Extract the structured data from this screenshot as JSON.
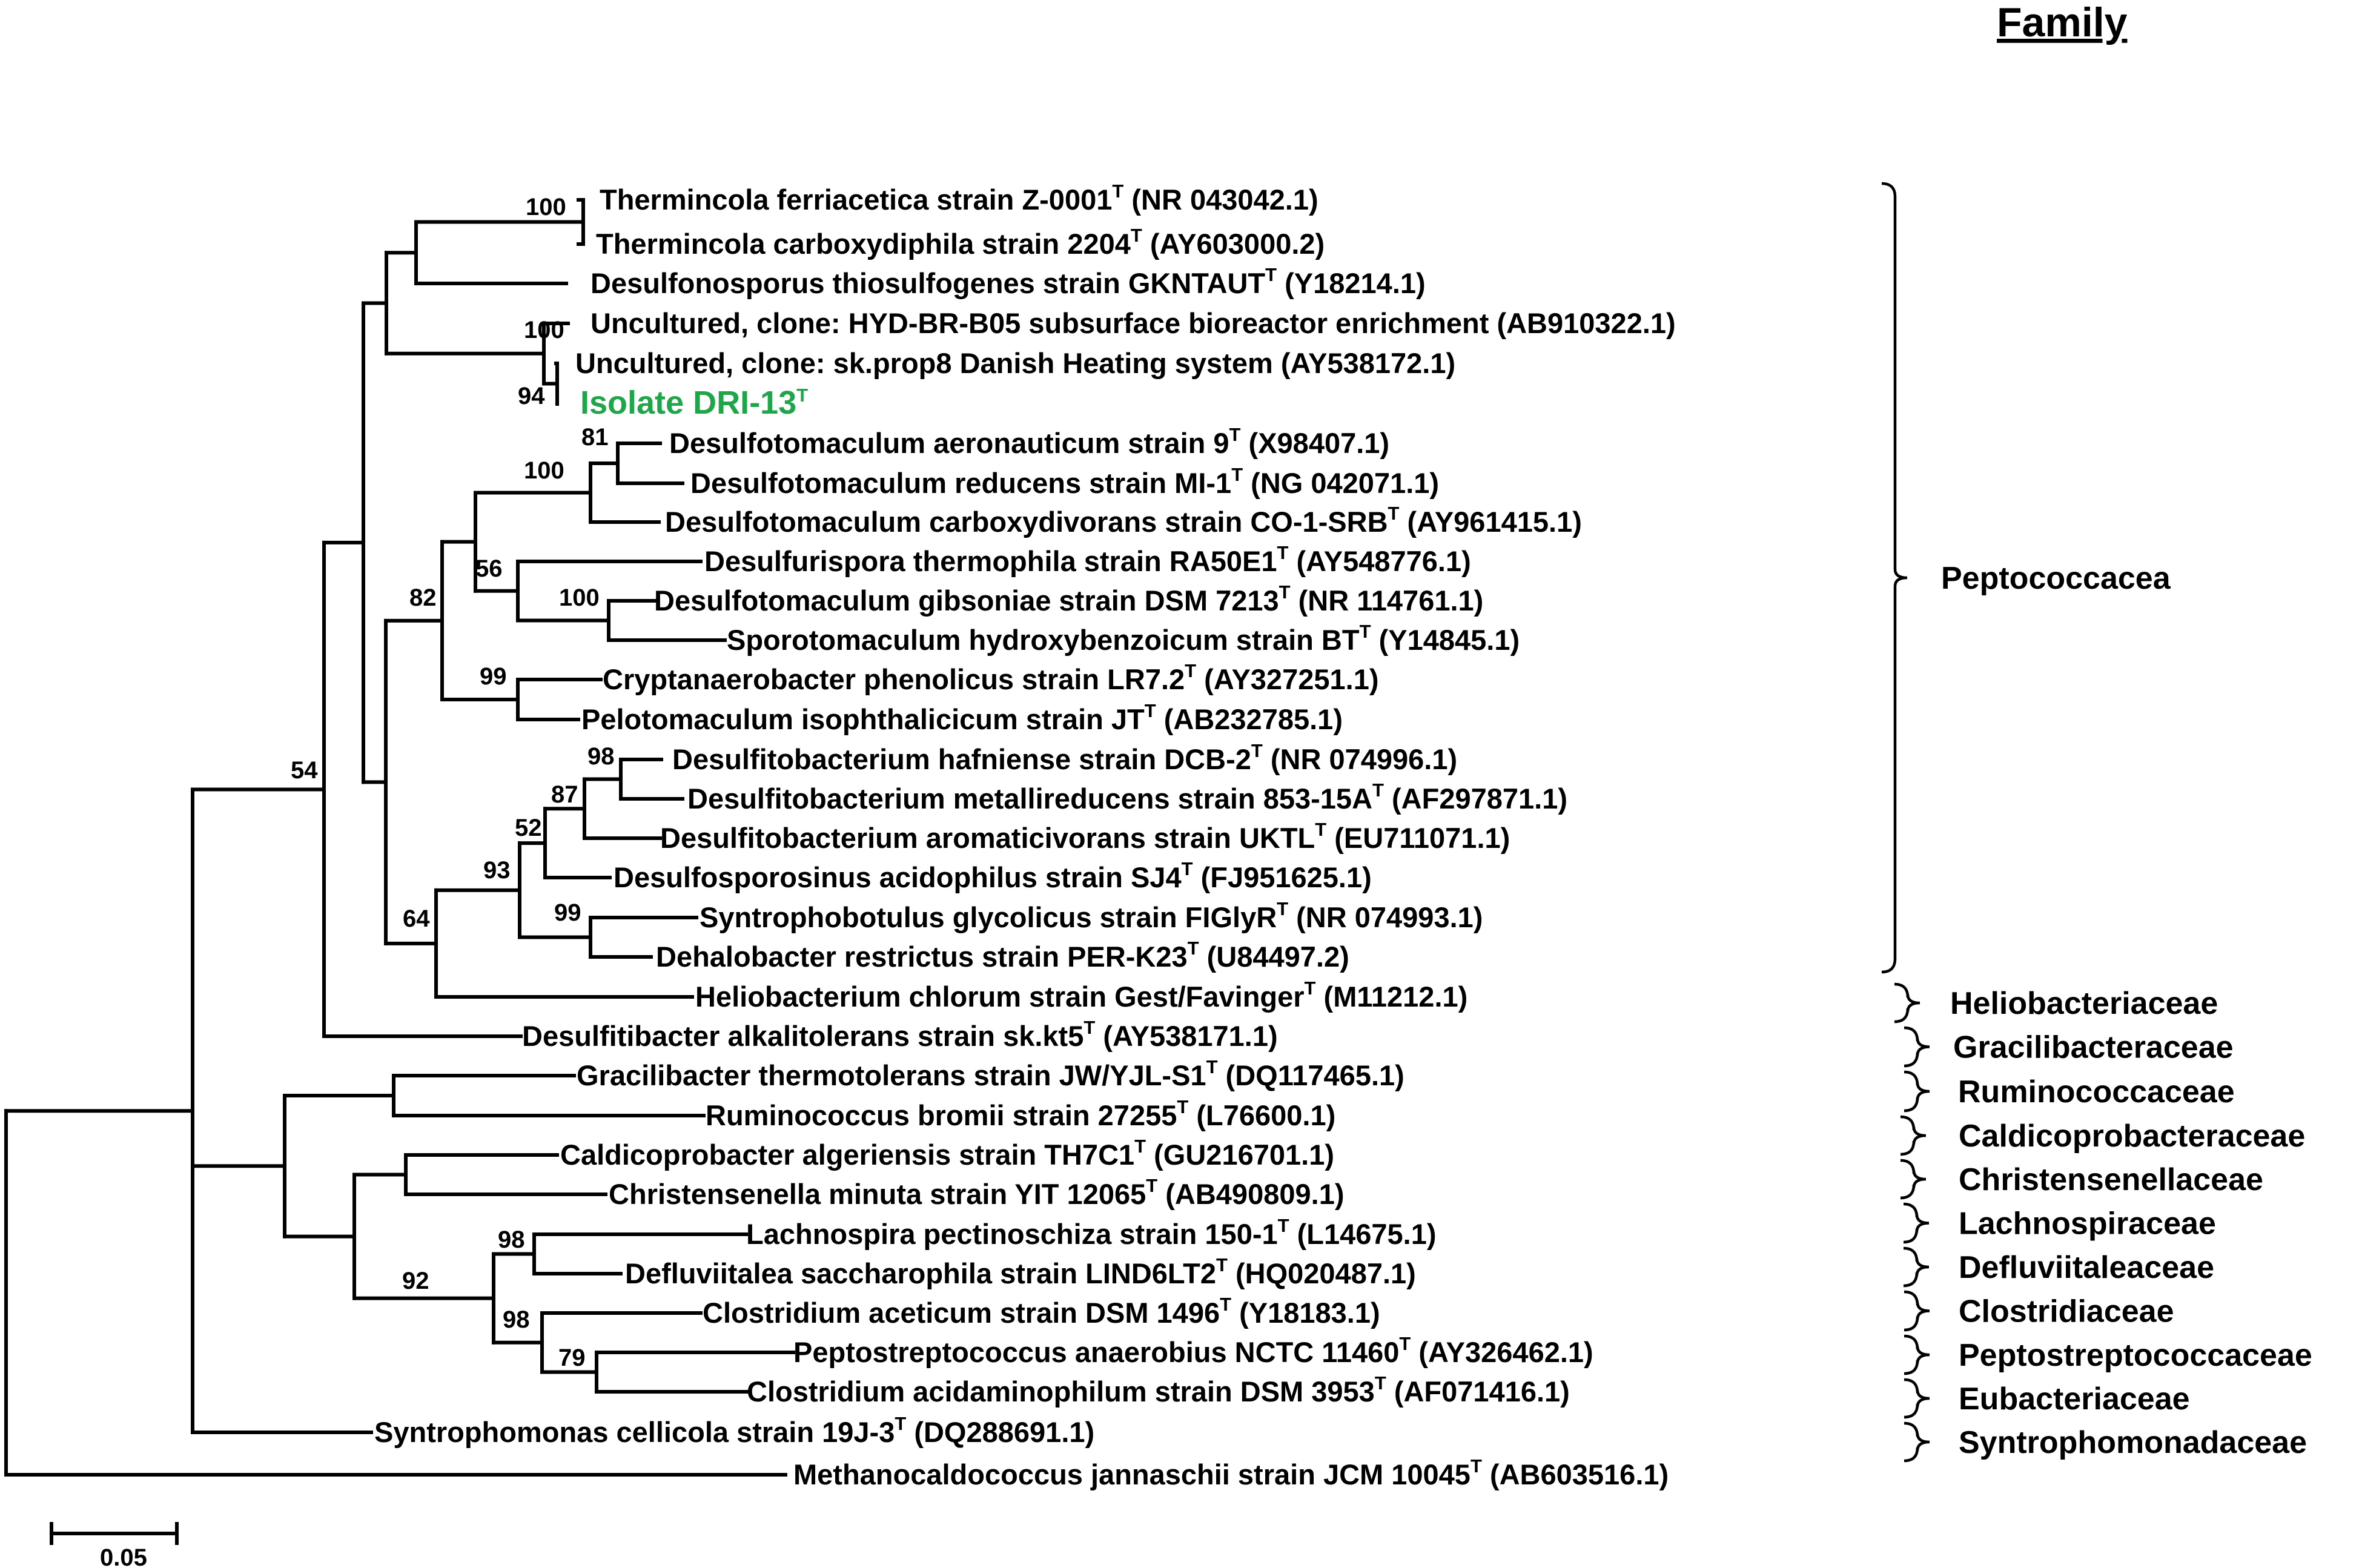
{
  "title": "Family",
  "isolate_color": "#1fa64a",
  "scale_bar": {
    "label": "0.05"
  },
  "taxa": [
    {
      "name": "Thermincola ferriacetica strain Z-0001",
      "type": "T",
      "acc": "(NR 043042.1)"
    },
    {
      "name": "Thermincola carboxydiphila strain 2204",
      "type": "T",
      "acc": "(AY603000.2)"
    },
    {
      "name": "Desulfonosporus thiosulfogenes strain GKNTAUT",
      "type": "T",
      "acc": "(Y18214.1)"
    },
    {
      "name": "Uncultured, clone: HYD-BR-B05 subsurface bioreactor enrichment",
      "type": "",
      "acc": "(AB910322.1)"
    },
    {
      "name": "Uncultured, clone: sk.prop8 Danish Heating system",
      "type": "",
      "acc": "(AY538172.1)"
    },
    {
      "name": "Isolate DRI-13",
      "type": "T",
      "acc": "",
      "highlight": true
    },
    {
      "name": "Desulfotomaculum aeronauticum strain 9",
      "type": "T",
      "acc": "(X98407.1)"
    },
    {
      "name": "Desulfotomaculum reducens strain MI-1",
      "type": "T",
      "acc": "(NG 042071.1)"
    },
    {
      "name": "Desulfotomaculum carboxydivorans strain CO-1-SRB",
      "type": "T",
      "acc": "(AY961415.1)"
    },
    {
      "name": "Desulfurispora thermophila strain RA50E1",
      "type": "T",
      "acc": "(AY548776.1)"
    },
    {
      "name": "Desulfotomaculum gibsoniae strain DSM 7213",
      "type": "T",
      "acc": "(NR 114761.1)"
    },
    {
      "name": "Sporotomaculum hydroxybenzoicum strain BT",
      "type": "T",
      "acc": "(Y14845.1)"
    },
    {
      "name": "Cryptanaerobacter phenolicus strain LR7.2",
      "type": "T",
      "acc": "(AY327251.1)"
    },
    {
      "name": "Pelotomaculum isophthalicicum strain JT",
      "type": "T",
      "acc": "(AB232785.1)"
    },
    {
      "name": "Desulfitobacterium hafniense strain DCB-2",
      "type": "T",
      "acc": "(NR 074996.1)"
    },
    {
      "name": "Desulfitobacterium metallireducens strain 853-15A",
      "type": "T",
      "acc": "(AF297871.1)"
    },
    {
      "name": "Desulfitobacterium aromaticivorans strain UKTL",
      "type": "T",
      "acc": "(EU711071.1)"
    },
    {
      "name": "Desulfosporosinus acidophilus strain SJ4",
      "type": "T",
      "acc": "(FJ951625.1)"
    },
    {
      "name": "Syntrophobotulus glycolicus strain FIGlyR",
      "type": "T",
      "acc": "(NR 074993.1)"
    },
    {
      "name": "Dehalobacter restrictus strain PER-K23",
      "type": "T",
      "acc": "(U84497.2)"
    },
    {
      "name": "Heliobacterium chlorum strain Gest/Favinger",
      "type": "T",
      "acc": "(M11212.1)"
    },
    {
      "name": "Desulfitibacter alkalitolerans strain sk.kt5",
      "type": "T",
      "acc": "(AY538171.1)"
    },
    {
      "name": "Gracilibacter thermotolerans strain JW/YJL-S1",
      "type": "T",
      "acc": "(DQ117465.1)"
    },
    {
      "name": "Ruminococcus bromii strain 27255",
      "type": "T",
      "acc": "(L76600.1)"
    },
    {
      "name": "Caldicoprobacter algeriensis strain TH7C1",
      "type": "T",
      "acc": "(GU216701.1)"
    },
    {
      "name": "Christensenella minuta strain YIT 12065",
      "type": "T",
      "acc": "(AB490809.1)"
    },
    {
      "name": "Lachnospira pectinoschiza strain 150-1",
      "type": "T",
      "acc": "(L14675.1)"
    },
    {
      "name": "Defluviitalea saccharophila strain LIND6LT2",
      "type": "T",
      "acc": "(HQ020487.1)"
    },
    {
      "name": "Clostridium aceticum strain DSM 1496",
      "type": "T",
      "acc": "(Y18183.1)"
    },
    {
      "name": "Peptostreptococcus anaerobius NCTC 11460",
      "type": "T",
      "acc": "(AY326462.1)"
    },
    {
      "name": "Clostridium acidaminophilum strain DSM 3953",
      "type": "T",
      "acc": "(AF071416.1)"
    },
    {
      "name": "Syntrophomonas cellicola strain 19J-3",
      "type": "T",
      "acc": "(DQ288691.1)"
    },
    {
      "name": "Methanocaldococcus jannaschii strain JCM 10045",
      "type": "T",
      "acc": "(AB603516.1)"
    }
  ],
  "bootstrap": [
    "100",
    "100",
    "94",
    "81",
    "100",
    "56",
    "100",
    "82",
    "99",
    "98",
    "87",
    "52",
    "93",
    "99",
    "64",
    "54",
    "98",
    "92",
    "98",
    "79"
  ],
  "families": [
    "Peptococcacea",
    "Heliobacteriaceae",
    "Gracilibacteraceae",
    "Ruminococcaceae",
    "Caldicoprobacteraceae",
    "Christensenellaceae",
    "Lachnospiraceae",
    "Defluviitaleaceae",
    "Clostridiaceae",
    "Peptostreptococcaceae",
    "Eubacteriaceae",
    "Syntrophomonadaceae"
  ]
}
